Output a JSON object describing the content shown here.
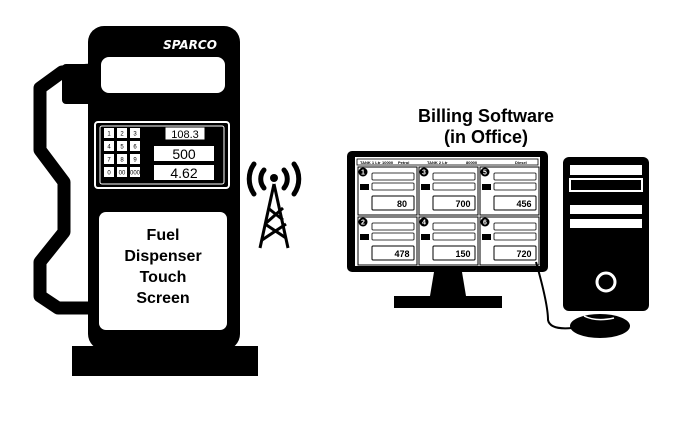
{
  "pump": {
    "brand": "SPARCO",
    "display": {
      "top": "108.3",
      "middle": "500",
      "bottom": "4.62"
    },
    "panel_label": [
      "Fuel",
      "Dispenser",
      "Touch",
      "Screen"
    ],
    "keypad": [
      "1",
      "2",
      "3",
      "4",
      "5",
      "6",
      "7",
      "8",
      "9",
      "0",
      "00",
      "000"
    ]
  },
  "software": {
    "title": [
      "Billing Software",
      "(in Office)"
    ],
    "header": [
      "TANK 1 Ltr",
      "10000",
      "Petrol",
      "TANK 2 Ltr",
      "80000",
      "Diesel"
    ],
    "cards": [
      {
        "num": "1",
        "value": "80"
      },
      {
        "num": "3",
        "value": "700"
      },
      {
        "num": "5",
        "value": "456"
      },
      {
        "num": "2",
        "value": "478"
      },
      {
        "num": "4",
        "value": "150"
      },
      {
        "num": "6",
        "value": "720"
      }
    ]
  },
  "colors": {
    "ink": "#000000",
    "paper": "#ffffff"
  },
  "icons": [
    "fuel-pump-icon",
    "wireless-tower-icon",
    "desktop-monitor-icon",
    "pc-tower-icon",
    "mouse-icon"
  ]
}
